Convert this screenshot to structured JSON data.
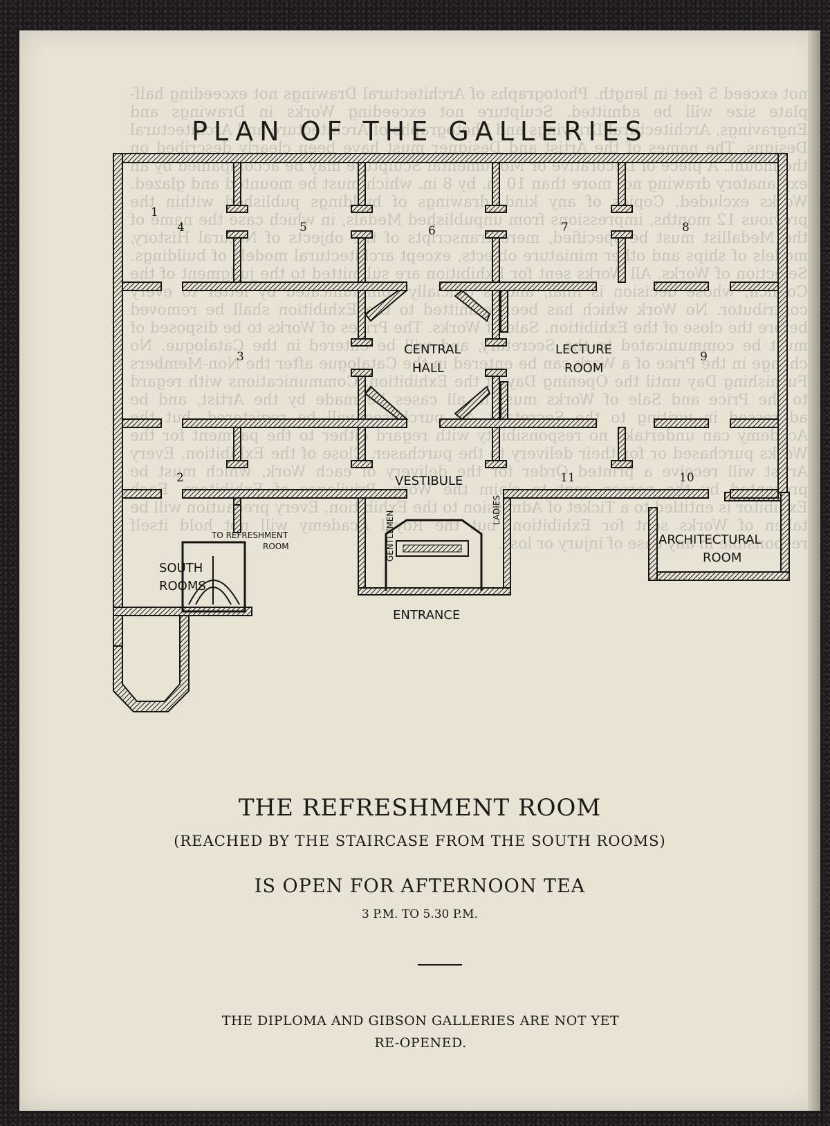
{
  "plan": {
    "title": "PLAN OF THE GALLERIES",
    "rooms": {
      "central_hall_line1": "CENTRAL",
      "central_hall_line2": "HALL",
      "lecture_room_line1": "LECTURE",
      "lecture_room_line2": "ROOM",
      "vestibule": "VESTIBULE",
      "architectural_room_line1": "ARCHITECTURAL",
      "architectural_room_line2": "ROOM",
      "south_rooms_line1": "SOUTH",
      "south_rooms_line2": "ROOMS",
      "entrance": "ENTRANCE",
      "to_refreshment_line1": "TO REFRESHMENT",
      "to_refreshment_line2": "ROOM",
      "gentlemen": "GENTLEMEN",
      "ladies": "LADIES"
    },
    "gallery_numbers": [
      "1",
      "2",
      "3",
      "4",
      "5",
      "6",
      "7",
      "8",
      "9",
      "10",
      "11"
    ]
  },
  "refreshment": {
    "heading": "THE REFRESHMENT ROOM",
    "staircase_note": "(REACHED BY THE STAIRCASE FROM THE SOUTH ROOMS)",
    "open_for": "IS OPEN FOR AFTERNOON TEA",
    "hours": "3 P.M. TO 5.30 P.M."
  },
  "notice": {
    "line1": "THE DIPLOMA AND GIBSON GALLERIES ARE NOT YET",
    "line2": "RE-OPENED."
  },
  "bleed_text": "not exceed 5 feet in length. Photographs of Architectural Drawings not exceeding half-plate size will be admitted. Sculpture not exceeding Works in Drawings and Engravings, Architectural Drawings and Photographs of Architecture and Architectural Designs. The names of the Artist and Designer must have been clearly described on the mount. A piece of Decorative or Monumental Sculpture may be accompanied by an explanatory drawing not more than 10 in. by 8 in. which must be mounted and glazed. Works excluded. Copies of any kind, drawings of buildings published within the previous 12 months, impressions from unpublished Medals, in which case the name of the Medallist must be specified, mere transcripts of the objects of Natural History, models of ships and other miniature objects, except architectural models of buildings. Selection of Works. All Works sent for Exhibition are submitted to the judgment of the Council, whose decision is final, and is officially communicated by letter to every contributor. No Work which has been admitted to the Exhibition shall be removed before the close of the Exhibition. Sale of Works. The Prices of Works to be disposed of must be communicated to the Secretary, and will be entered in the Catalogue. No change in the Price of a Work can be entered in the Catalogue after the Non-Members Furnishing Day until the Opening Day of the Exhibition. Communications with regard to the Price and Sale of Works must in all cases be made by the Artist, and be addressed in writing to the Secretary. All purchases will be registered, but the Academy can undertake no responsibility with regard either to the payment for the Works purchased or for their delivery to the purchaser. Close of the Exhibition. Every Artist will receive a printed Order for the delivery of each Work, which must be presented by the person sent to claim the Work. Privileges of Exhibitors. Each Exhibitor is entitled to a Ticket of Admission to the Exhibition. Every precaution will be taken of Works sent for Exhibition, but the Royal Academy will not hold itself responsible in any case of injury or loss."
}
